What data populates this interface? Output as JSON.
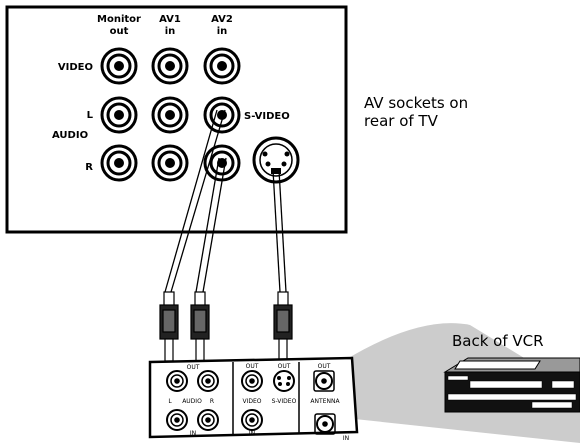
{
  "tv_panel": {
    "columns": [
      "Monitor\nout",
      "AV1\nin",
      "AV2\nin"
    ],
    "row_video": "VIDEO",
    "row_l": "L",
    "row_audio": "AUDIO",
    "row_r": "R",
    "svideo": "S-VIDEO"
  },
  "captions": {
    "tv": "AV sockets on\nrear of TV",
    "vcr": "Back of VCR"
  },
  "vcr_panel": {
    "out_left": "OUT",
    "out_svideo_video": "OUT",
    "out_svideo": "OUT",
    "out_antenna": "OUT",
    "l": "L",
    "audio": "AUDIO",
    "r": "R",
    "in_audio": "IN",
    "video": "VIDEO",
    "in_video": "IN",
    "svideo": "S-VIDEO",
    "antenna": "ANTENNA",
    "in_antenna": "IN"
  },
  "colors": {
    "ink": "#000000",
    "shadow": "#c8c8c8",
    "background": "#ffffff"
  }
}
